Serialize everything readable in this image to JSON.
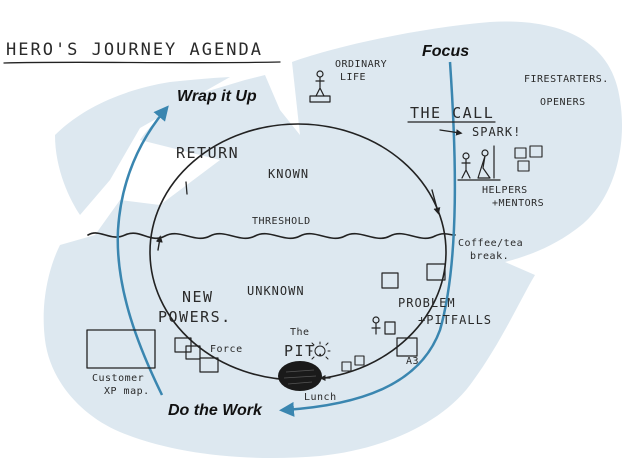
{
  "colors": {
    "blob": "#dde8f0",
    "accent": "#3a86b0",
    "ink": "#222222",
    "pit": "#1a1a1a"
  },
  "title": "HERO'S JOURNEY AGENDA",
  "phases": {
    "focus": "Focus",
    "wrap_it_up": "Wrap it Up",
    "do_the_work": "Do the Work"
  },
  "stages": {
    "ordinary_life_1": "ORDINARY",
    "ordinary_life_2": "LIFE",
    "the_call": "THE CALL",
    "spark": "SPARK!",
    "known": "KNOWN",
    "return": "RETURN",
    "threshold": "THRESHOLD",
    "unknown": "UNKNOWN",
    "new_powers_1": "NEW",
    "new_powers_2": "POWERS.",
    "the_pit_1": "The",
    "the_pit_2": "PIT.",
    "problem_1": "PROBLEM",
    "problem_2": "+PITFALLS"
  },
  "notes": {
    "firestarters_1": "FIRESTARTERS.",
    "firestarters_2": "OPENERS",
    "helpers_1": "HELPERS",
    "helpers_2": "+MENTORS",
    "coffee_1": "Coffee/tea",
    "coffee_2": "break.",
    "force": "Force",
    "a3": "A3",
    "lunch": "Lunch",
    "customer_1": "Customer",
    "customer_2": "XP map."
  }
}
